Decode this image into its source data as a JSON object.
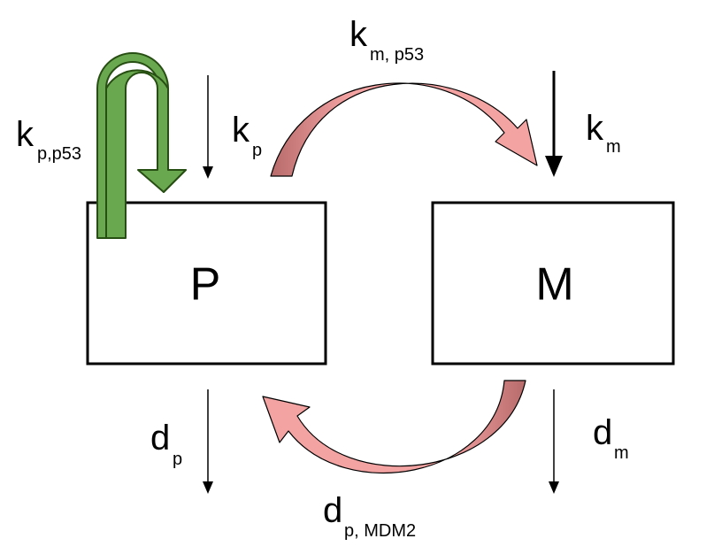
{
  "nodes": {
    "p": "P",
    "m": "M"
  },
  "rates": {
    "k_p_p53": {
      "main": "k",
      "sub": "p,p53"
    },
    "k_m_p53": {
      "main": "k",
      "sub": "m, p53"
    },
    "k_p": {
      "main": "k",
      "sub": "p"
    },
    "k_m": {
      "main": "k",
      "sub": "m"
    },
    "d_p": {
      "main": "d",
      "sub": "p"
    },
    "d_m": {
      "main": "d",
      "sub": "m"
    },
    "d_p_mdm2": {
      "main": "d",
      "sub": "p, MDM2"
    }
  },
  "colors": {
    "feedback_arrow": "#6aa84f",
    "feedback_arrow_stroke": "#274e13",
    "curved_arrow_light": "#f4a3a3",
    "curved_arrow_dark": "#b86b6b",
    "line": "#000000"
  }
}
